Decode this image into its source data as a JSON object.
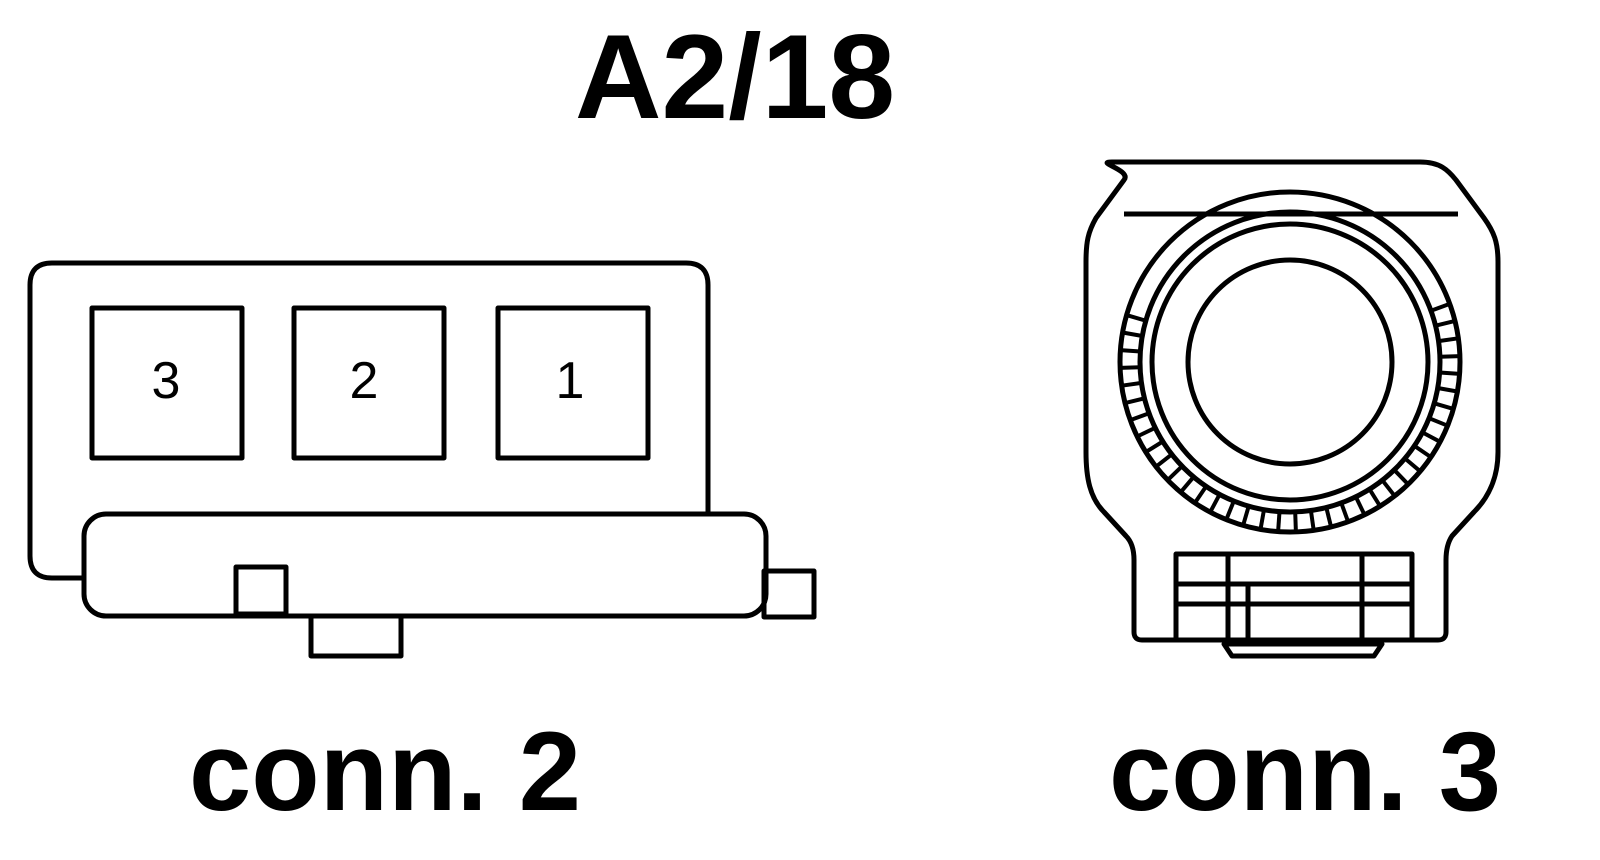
{
  "diagram": {
    "title": "A2/18",
    "connectors": [
      {
        "label": "conn. 2",
        "pins": [
          "3",
          "2",
          "1"
        ]
      },
      {
        "label": "conn. 3"
      }
    ],
    "colors": {
      "stroke": "#000000",
      "background": "#ffffff"
    }
  }
}
